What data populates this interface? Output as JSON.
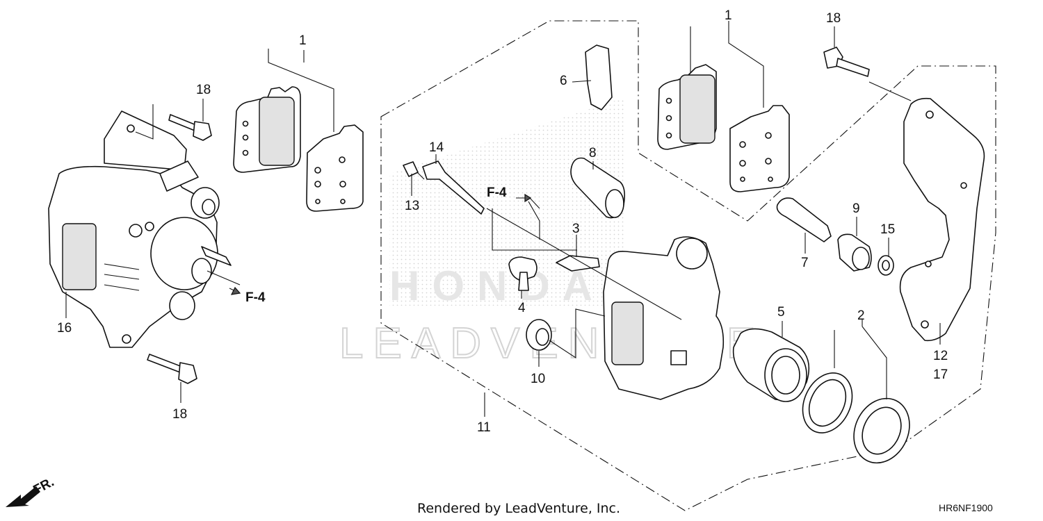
{
  "diagram": {
    "watermark_brand": "HONDA",
    "watermark_text": "LEADVENTURE",
    "footer_text": "Rendered by LeadVenture, Inc.",
    "diagram_code": "HR6NF1900",
    "direction_label": "FR.",
    "callouts": {
      "c1_left": "1",
      "c1_right": "1",
      "c2": "2",
      "c3": "3",
      "c4": "4",
      "c5": "5",
      "c6": "6",
      "c7": "7",
      "c8": "8",
      "c9": "9",
      "c10": "10",
      "c11": "11",
      "c12": "12",
      "c13": "13",
      "c14": "14",
      "c15": "15",
      "c16": "16",
      "c17": "17",
      "c18_a": "18",
      "c18_b": "18",
      "c18_c": "18"
    },
    "refs": {
      "f4_left": "F-4",
      "f4_mid": "F-4"
    }
  }
}
